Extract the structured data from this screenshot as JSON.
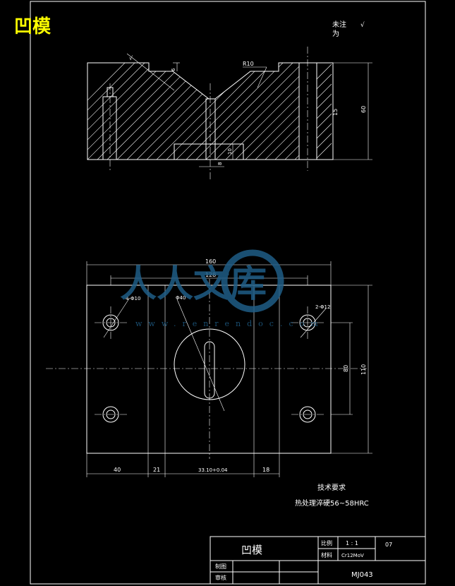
{
  "drawing": {
    "title": "凹模",
    "surface_note": {
      "line1": "未注",
      "line2": "为",
      "symbol": "√"
    },
    "section_dims": {
      "depth_6": "6",
      "radius": "R10",
      "height_60": "60",
      "height_15": "15",
      "height_10": "10",
      "width_8": "8",
      "surface_mark": "√"
    },
    "plan_dims": {
      "overall_width": "160",
      "hole_spacing": "128",
      "center_dia": "Φ40",
      "hole_left": "4-Φ10",
      "hole_right": "2-Φ12",
      "height_110": "110",
      "height_80": "80",
      "bottom_40": "40",
      "bottom_21": "21",
      "bottom_center": "33.10+0.04",
      "bottom_18": "18"
    },
    "tech_requirements": {
      "heading": "技术要求",
      "line1": "热处理淬硬56~58HRC"
    },
    "title_block": {
      "part_name": "凹模",
      "scale_label": "比例",
      "scale_value": "1 : 1",
      "material_label": "材料",
      "material_value": "Cr12MoV",
      "sheet": "07",
      "drawn_label": "制图",
      "checked_label": "审核",
      "drawing_no": "MJ043"
    },
    "watermark": {
      "text": "人人文库",
      "url": "www.renrendoc.com"
    }
  },
  "colors": {
    "background": "#000000",
    "line": "#ffffff",
    "title": "#ffff00",
    "watermark": "#1f5d86"
  }
}
